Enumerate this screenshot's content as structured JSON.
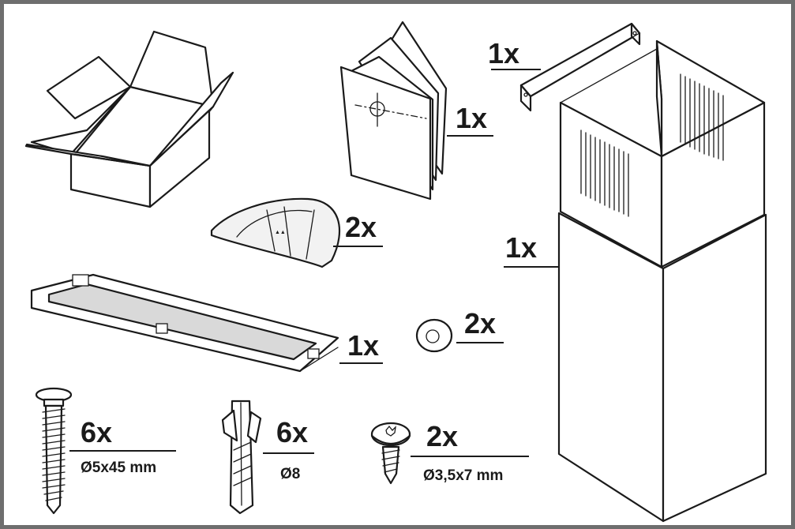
{
  "parts": {
    "manual": {
      "qty": "1x"
    },
    "bracket": {
      "qty": "1x"
    },
    "vent": {
      "qty": "2x"
    },
    "frame": {
      "qty": "1x"
    },
    "washer": {
      "qty": "2x"
    },
    "chimney": {
      "qty": "1x"
    },
    "wood_screw": {
      "qty": "6x",
      "spec": "Ø5x45 mm"
    },
    "wall_plug": {
      "qty": "6x",
      "spec": "Ø8"
    },
    "small_screw": {
      "qty": "2x",
      "spec": "Ø3,5x7 mm"
    }
  }
}
